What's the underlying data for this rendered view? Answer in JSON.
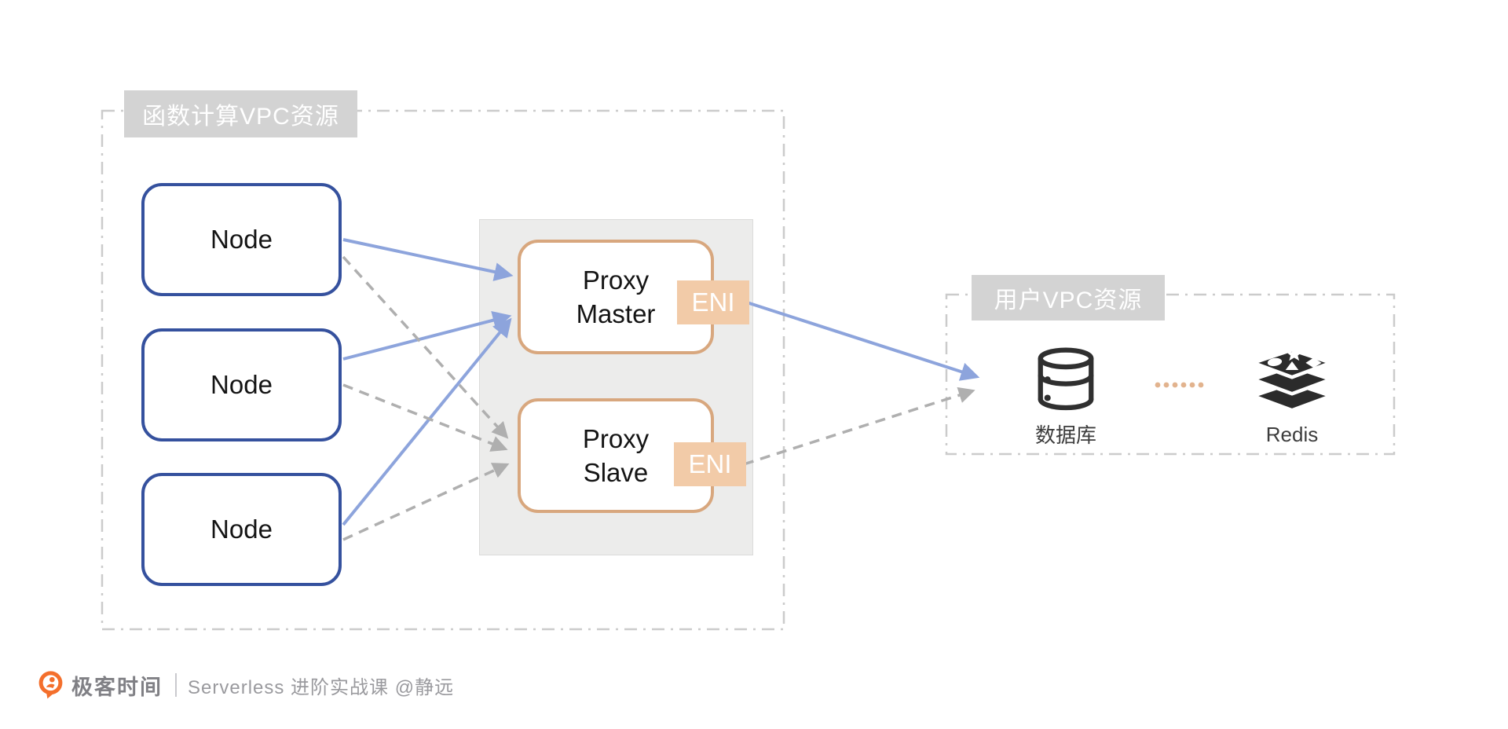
{
  "colors": {
    "node_border": "#35519E",
    "proxy_border": "#D8A77E",
    "eni_fill": "#F2CBA8",
    "arrow_blue": "#8DA4DC",
    "arrow_gray_dashed": "#AFAFAF",
    "container_dash_border": "#CBCBCB",
    "chip_bg": "#D3D3D3",
    "proxy_group_bg": "#ECECEB",
    "dots_connector": "#E2B38E",
    "brand_orange": "#F46F2C"
  },
  "function_vpc": {
    "label": "函数计算VPC资源",
    "nodes": [
      {
        "label": "Node"
      },
      {
        "label": "Node"
      },
      {
        "label": "Node"
      }
    ],
    "proxy_group": {
      "master": {
        "label": "Proxy Master",
        "eni_label": "ENI"
      },
      "slave": {
        "label": "Proxy Slave",
        "eni_label": "ENI"
      }
    }
  },
  "user_vpc": {
    "label": "用户VPC资源",
    "database": {
      "label": "数据库",
      "icon": "database-icon"
    },
    "redis": {
      "label": "Redis",
      "icon": "redis-icon"
    }
  },
  "edges": [
    {
      "from": "node-1",
      "to": "proxy-master",
      "style": "solid-blue"
    },
    {
      "from": "node-2",
      "to": "proxy-master",
      "style": "solid-blue"
    },
    {
      "from": "node-3",
      "to": "proxy-master",
      "style": "solid-blue"
    },
    {
      "from": "node-1",
      "to": "proxy-slave",
      "style": "dashed-gray"
    },
    {
      "from": "node-2",
      "to": "proxy-slave",
      "style": "dashed-gray"
    },
    {
      "from": "node-3",
      "to": "proxy-slave",
      "style": "dashed-gray"
    },
    {
      "from": "proxy-master-eni",
      "to": "user-vpc-resources",
      "style": "solid-blue"
    },
    {
      "from": "proxy-slave-eni",
      "to": "user-vpc-resources",
      "style": "dashed-gray"
    },
    {
      "from": "database",
      "to": "redis",
      "style": "dotted-tan"
    }
  ],
  "footer": {
    "brand": "极客时间",
    "course": "Serverless 进阶实战课 @静远"
  }
}
